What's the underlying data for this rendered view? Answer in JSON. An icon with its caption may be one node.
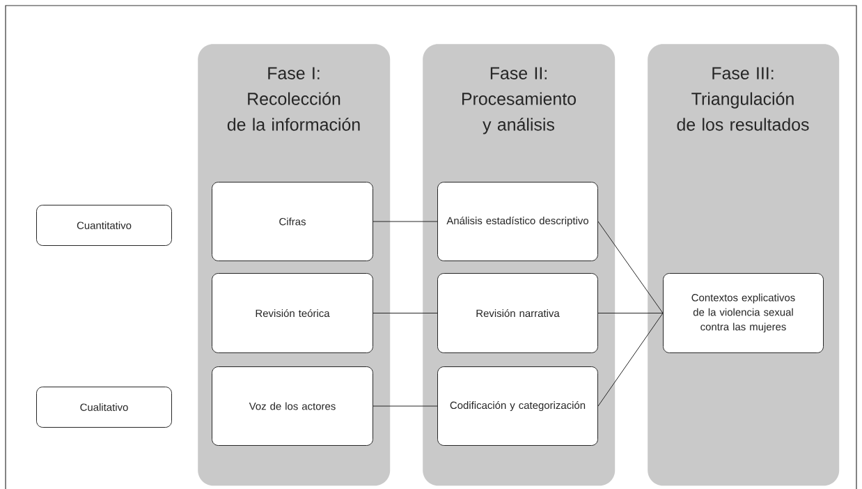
{
  "diagram": {
    "nodes": [
      {
        "text": [
          "Fase I: Recolección de la información"
        ]
      },
      {
        "text": [
          "Cifras"
        ],
        "in": 0
      },
      {
        "text": [
          "Revisión teórica"
        ],
        "in": 0
      },
      {
        "text": [
          "Voz de los actores"
        ],
        "in": 0
      },
      {
        "text": [
          "Fase II: Procesamiento y análisis"
        ]
      },
      {
        "text": [
          "Análisis estadístico descriptivo"
        ],
        "in": 4
      },
      {
        "text": [
          "Revisión narrativa"
        ],
        "in": 4
      },
      {
        "text": [
          "Codificación y categorización"
        ],
        "in": 4
      },
      {
        "text": [
          "Fase III: Triangulación de los resultados"
        ]
      },
      {
        "text": [
          "Contextos explicativos de la violencia sexual contra las mujeres"
        ],
        "in": 8
      },
      {
        "text": [
          "Cuantitativo"
        ]
      },
      {
        "text": [
          "Cualitativo"
        ]
      }
    ],
    "edges": [
      {
        "from": 1,
        "to": 5,
        "arrow": "none"
      },
      {
        "from": 2,
        "to": 6,
        "arrow": "none"
      },
      {
        "from": 3,
        "to": 7,
        "arrow": "none"
      },
      {
        "from": 5,
        "to": 9,
        "arrow": "none"
      },
      {
        "from": 6,
        "to": 9,
        "arrow": "none"
      },
      {
        "from": 7,
        "to": 9,
        "arrow": "none"
      }
    ]
  }
}
